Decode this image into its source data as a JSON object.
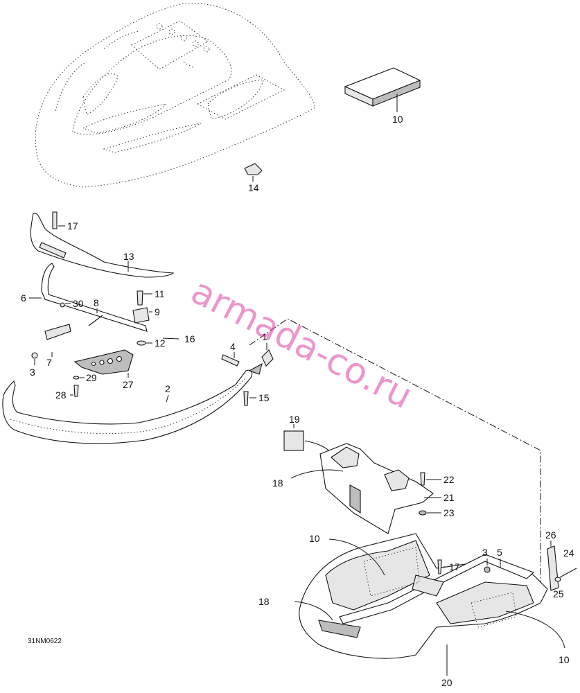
{
  "watermark": "armada-co.ru",
  "drawing_ref": "31NM0622",
  "callouts": {
    "c1": "1",
    "c2": "2",
    "c3a": "3",
    "c3b": "3",
    "c4": "4",
    "c5": "5",
    "c6": "6",
    "c7": "7",
    "c8": "8",
    "c9": "9",
    "c10a": "10",
    "c10b": "10",
    "c10c": "10",
    "c11": "11",
    "c12": "12",
    "c13": "13",
    "c14": "14",
    "c15": "15",
    "c16": "16",
    "c17a": "17",
    "c17b": "17",
    "c18a": "18",
    "c18b": "18",
    "c19": "19",
    "c20": "20",
    "c21": "21",
    "c22": "22",
    "c23": "23",
    "c24": "24",
    "c25": "25",
    "c26": "26",
    "c27": "27",
    "c28": "28",
    "c29": "29",
    "c30": "30"
  },
  "colors": {
    "watermark": "#e040a0",
    "line": "#111111"
  }
}
